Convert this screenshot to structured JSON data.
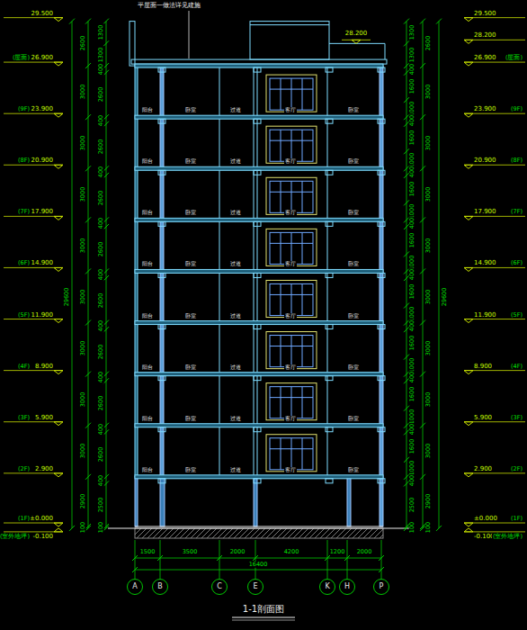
{
  "diagram": {
    "title": "1-1剖面图",
    "nodes": [
      {
        "text": [
          "A"
        ]
      },
      {
        "text": [
          "B"
        ]
      },
      {
        "text": [
          "C"
        ]
      },
      {
        "text": [
          "E"
        ]
      },
      {
        "text": [
          "K"
        ]
      },
      {
        "text": [
          "H"
        ]
      },
      {
        "text": [
          "P"
        ]
      }
    ],
    "labels": [
      "平屋面一做法详见建施",
      "28.200",
      "29.500",
      "26.900",
      "23.900",
      "20.900",
      "17.900",
      "14.900",
      "11.900",
      "8.900",
      "5.900",
      "2.900",
      "±0.000",
      "-0.100",
      "(屋面)",
      "(9F)",
      "(8F)",
      "(7F)",
      "(6F)",
      "(5F)",
      "(4F)",
      "(3F)",
      "(2F)",
      "(1F)",
      "(室外地坪)",
      "29.500",
      "28.200",
      "26.900",
      "23.900",
      "20.900",
      "17.900",
      "14.900",
      "11.900",
      "8.900",
      "5.900",
      "2.900",
      "±0.000",
      "-0.100",
      "(屋面)",
      "(9F)",
      "(8F)",
      "(7F)",
      "(6F)",
      "(5F)",
      "(4F)",
      "(3F)",
      "(2F)",
      "(1F)",
      "(室外地坪)",
      "2600",
      "3000",
      "3000",
      "3000",
      "3000",
      "3000",
      "3000",
      "3000",
      "3000",
      "2900",
      "100",
      "1300",
      "1300",
      "400",
      "2600",
      "400",
      "2600",
      "400",
      "2600",
      "400",
      "2600",
      "400",
      "2600",
      "400",
      "2600",
      "400",
      "2600",
      "400",
      "2600",
      "400",
      "2500",
      "100",
      "1300",
      "1300",
      "400",
      "1600",
      "1000",
      "400",
      "1600",
      "1000",
      "400",
      "1600",
      "1000",
      "400",
      "1600",
      "1000",
      "400",
      "1600",
      "1000",
      "400",
      "1600",
      "1000",
      "400",
      "1600",
      "1000",
      "400",
      "1600",
      "1000",
      "400",
      "2500",
      "100",
      "2600",
      "3000",
      "3000",
      "3000",
      "3000",
      "3000",
      "3000",
      "3000",
      "3000",
      "2900",
      "100",
      "29600",
      "29600",
      "1500",
      "3500",
      "2000",
      "4200",
      "1200",
      "2000",
      "16400",
      "阳台",
      "卧室",
      "过道",
      "客厅",
      "卧室",
      "阳台",
      "卧室",
      "过道",
      "客厅",
      "卧室",
      "阳台",
      "卧室",
      "过道",
      "客厅",
      "卧室",
      "阳台",
      "卧室",
      "过道",
      "客厅",
      "卧室",
      "阳台",
      "卧室",
      "过道",
      "客厅",
      "卧室",
      "阳台",
      "卧室",
      "过道",
      "客厅",
      "卧室",
      "阳台",
      "卧室",
      "过道",
      "客厅",
      "卧室",
      "阳台",
      "卧室",
      "过道",
      "客厅",
      "卧室"
    ]
  }
}
